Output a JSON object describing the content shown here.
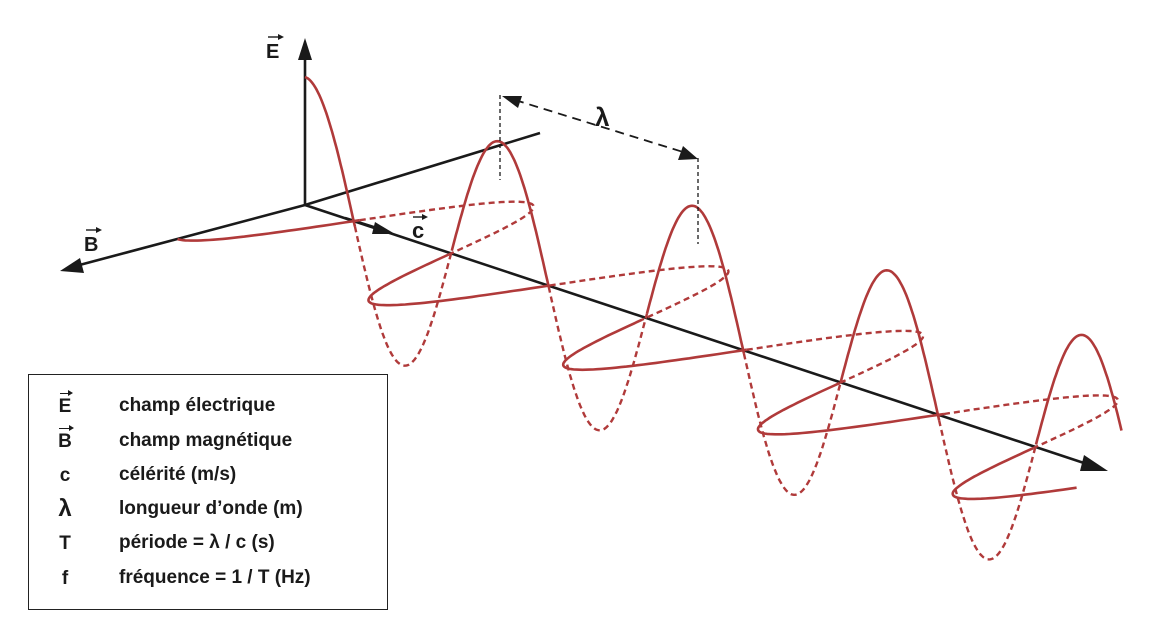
{
  "diagram": {
    "axis_labels": {
      "electric": "E",
      "magnetic": "B",
      "propagation": "c",
      "wavelength": "λ"
    },
    "colors": {
      "wave": "#b03a3a",
      "axis": "#1a1a1a"
    }
  },
  "legend": {
    "items": [
      {
        "symbol": "E",
        "vector": true,
        "description": "champ électrique"
      },
      {
        "symbol": "B",
        "vector": true,
        "description": "champ magnétique"
      },
      {
        "symbol": "c",
        "vector": false,
        "description": "célérité (m/s)"
      },
      {
        "symbol": "λ",
        "vector": false,
        "description": "longueur d’onde (m)"
      },
      {
        "symbol": "T",
        "vector": false,
        "description": "période = λ / c  (s)"
      },
      {
        "symbol": "f",
        "vector": false,
        "description": "fréquence = 1 / T  (Hz)"
      }
    ]
  }
}
